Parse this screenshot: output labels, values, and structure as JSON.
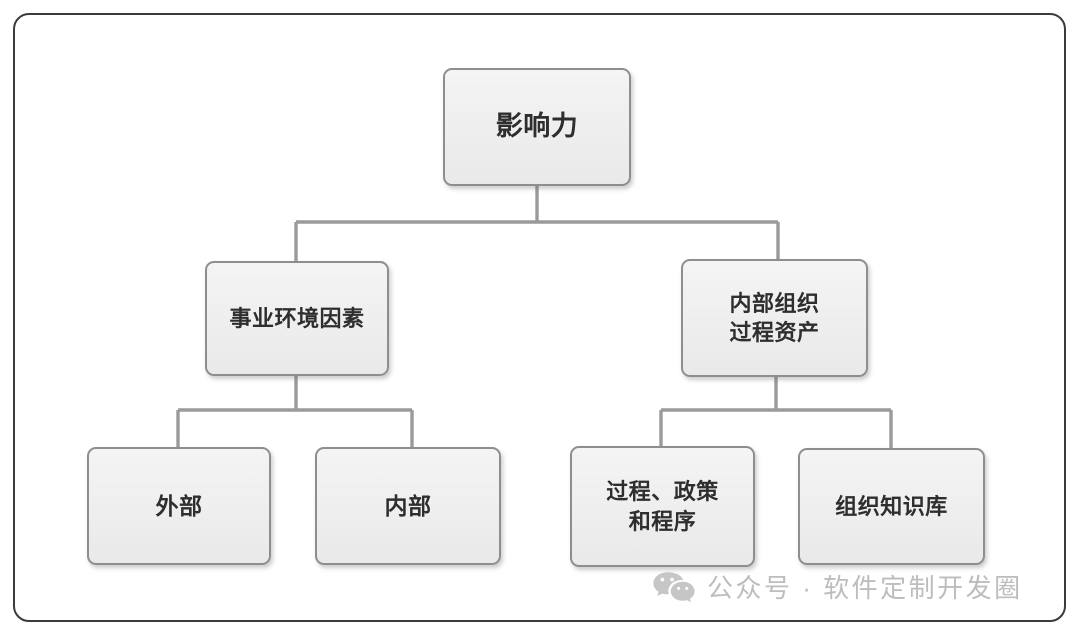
{
  "diagram": {
    "title": "影响力",
    "frame": {
      "border_color": "#3b3b3b",
      "background": "#ffffff"
    },
    "node_style": {
      "fill": "#eeeeee",
      "border_color": "#8e8e8e",
      "text_color": "#2e2e2e"
    },
    "connector_color": "#9a9a9a",
    "nodes": {
      "root": {
        "label": "影响力"
      },
      "level2": [
        {
          "id": "eef",
          "label": "事业环境因素"
        },
        {
          "id": "opa",
          "label": "内部组织\n过程资产"
        }
      ],
      "level3_left": [
        {
          "id": "external",
          "label": "外部"
        },
        {
          "id": "internal",
          "label": "内部"
        }
      ],
      "level3_right": [
        {
          "id": "process-policy",
          "label": "过程、政策\n和程序"
        },
        {
          "id": "knowledge-base",
          "label": "组织知识库"
        }
      ]
    }
  },
  "watermark": {
    "icon": "wechat-icon",
    "text": "公众号 · 软件定制开发圈",
    "color": "#bdbdbd"
  }
}
